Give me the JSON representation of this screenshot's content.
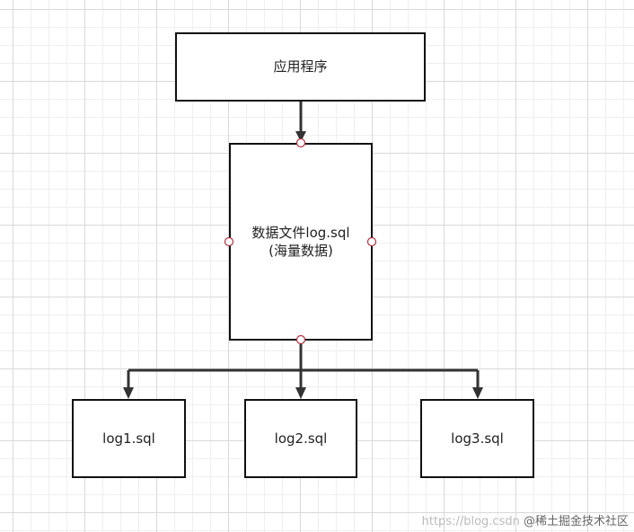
{
  "nodes": {
    "app": {
      "label": "应用程序"
    },
    "data_file": {
      "line1": "数据文件log.sql",
      "line2": "(海量数据)"
    },
    "log1": {
      "label": "log1.sql"
    },
    "log2": {
      "label": "log2.sql"
    },
    "log3": {
      "label": "log3.sql"
    }
  },
  "edges": [
    {
      "from": "app",
      "to": "data_file"
    },
    {
      "from": "data_file",
      "to": "log1"
    },
    {
      "from": "data_file",
      "to": "log2"
    },
    {
      "from": "data_file",
      "to": "log3"
    }
  ],
  "watermark": {
    "url_text": "https://blog.csdn",
    "brand": "@稀土掘金技术社区"
  },
  "colors": {
    "stroke": "#111111",
    "port_fill": "#ffffff",
    "port_stroke": "#b03040",
    "grid_major": "#d9d9d9",
    "grid_minor": "#efefef"
  }
}
